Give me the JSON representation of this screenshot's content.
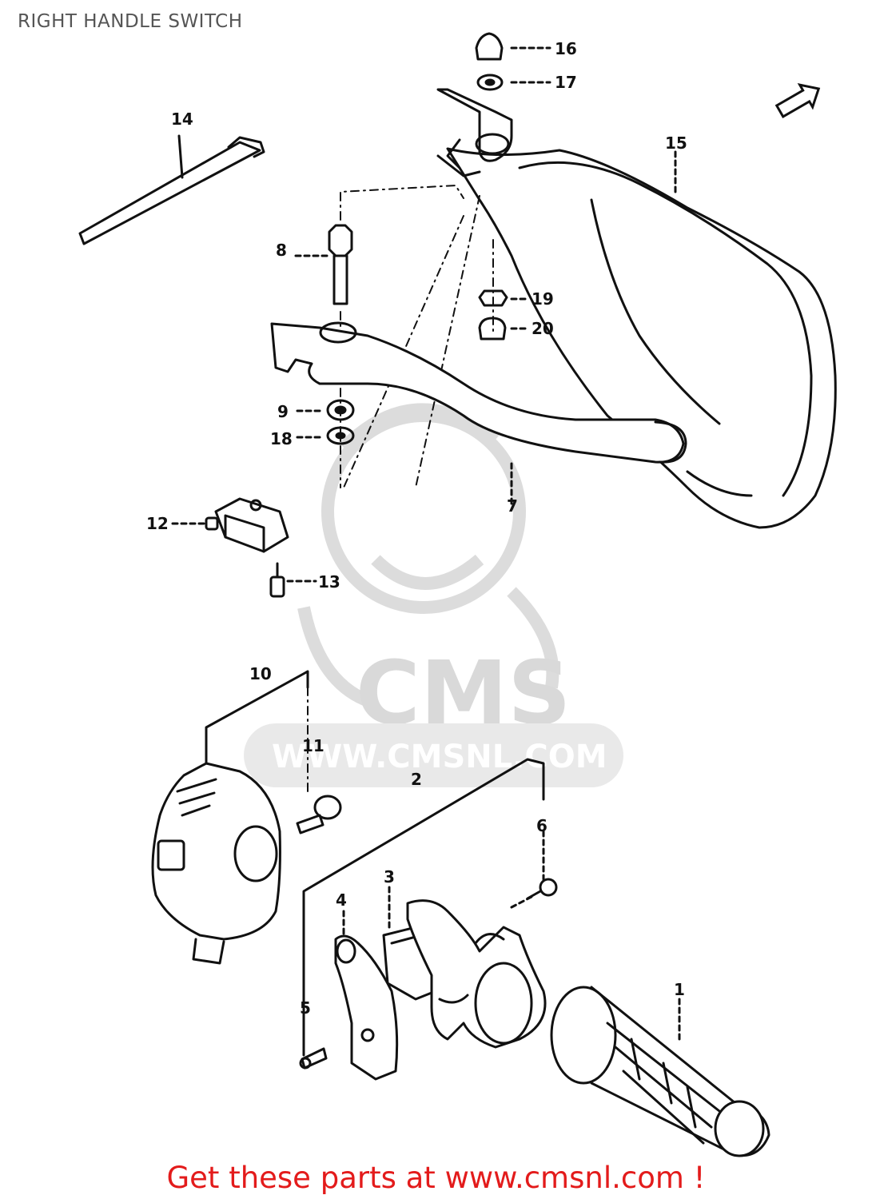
{
  "title": "RIGHT HANDLE SWITCH",
  "watermark": {
    "brand": "CMS",
    "url": "WWW.CMSNL.COM"
  },
  "parts": [
    {
      "num": "1"
    },
    {
      "num": "2"
    },
    {
      "num": "3"
    },
    {
      "num": "4"
    },
    {
      "num": "5"
    },
    {
      "num": "6"
    },
    {
      "num": "7"
    },
    {
      "num": "8"
    },
    {
      "num": "9"
    },
    {
      "num": "10"
    },
    {
      "num": "11"
    },
    {
      "num": "12"
    },
    {
      "num": "13"
    },
    {
      "num": "14"
    },
    {
      "num": "15"
    },
    {
      "num": "16"
    },
    {
      "num": "17"
    },
    {
      "num": "18"
    },
    {
      "num": "19"
    },
    {
      "num": "20"
    }
  ],
  "footer": {
    "text": "Get these parts at www.cmsnl.com !"
  },
  "colors": {
    "line": "#111111",
    "watermark": "#d9d9d9",
    "footer": "#e31b1b",
    "title": "#555555"
  },
  "icons": [
    "direction-arrow-icon"
  ]
}
